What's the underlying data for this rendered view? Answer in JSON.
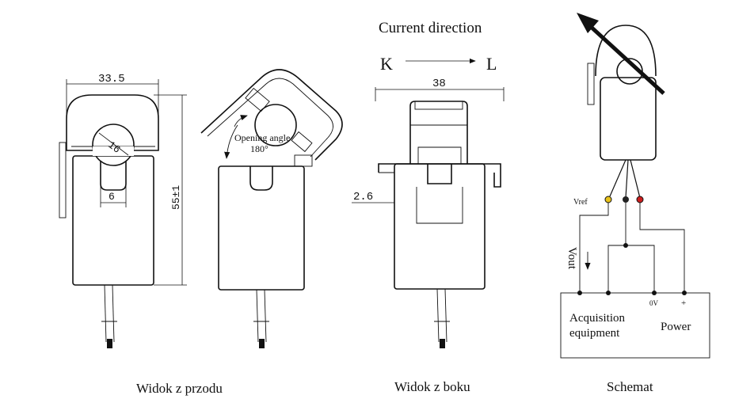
{
  "front_view": {
    "caption": "Widok z przodu",
    "width_label": "33.5",
    "height_label": "55±1",
    "aperture_label": "16",
    "slot_label": "6"
  },
  "open_view": {
    "opening_angle_label": "Opening angle",
    "opening_angle_value": "180°"
  },
  "side_view": {
    "caption": "Widok z boku",
    "current_direction": "Current direction",
    "k_label": "K",
    "l_label": "L",
    "depth_label": "38",
    "lip_label": "2.6"
  },
  "schematic": {
    "caption": "Schemat",
    "vref_label": "Vref",
    "vout_label": "Vout",
    "acquisition_label_line1": "Acquisition",
    "acquisition_label_line2": "equipment",
    "power_label": "Power",
    "zero_v_label": "0V",
    "plus_label": "+"
  },
  "colors": {
    "wire_yellow": "#e8c21a",
    "wire_red": "#cc1f1f",
    "wire_black": "#222222"
  }
}
